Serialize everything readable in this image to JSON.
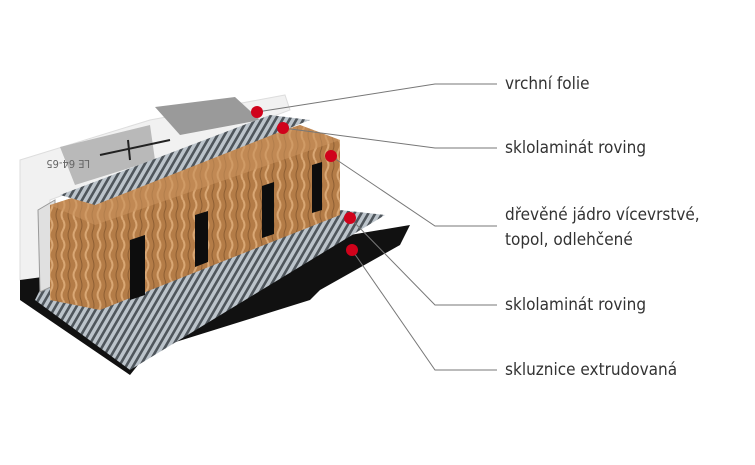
{
  "labels": [
    {
      "text": "vrchní folie"
    },
    {
      "text": "sklolaminát roving"
    },
    {
      "text": "dřevěné jádro vícevrstvé,",
      "text2": "topol, odlehčené"
    },
    {
      "text": "sklolaminát roving"
    },
    {
      "text": "skluznice extrudovaná"
    }
  ],
  "ski_print": "LE 64-65",
  "colors": {
    "marker": "#d0021b",
    "leader": "#777777",
    "wood": "#c28b55",
    "base": "#111111",
    "glass": "#9aa3ab"
  }
}
